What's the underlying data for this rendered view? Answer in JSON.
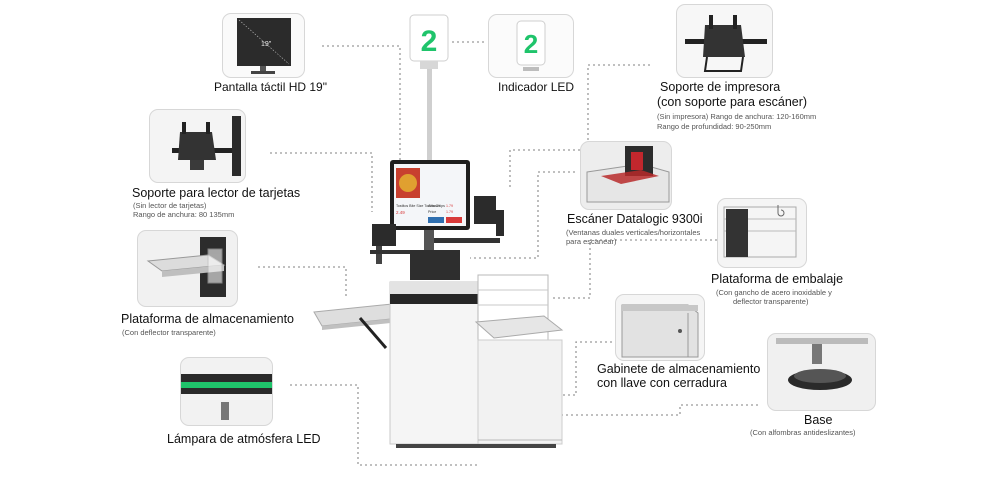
{
  "callouts": {
    "screen": {
      "title": "Pantalla táctil HD 19\"",
      "size_mark": "19\""
    },
    "led": {
      "title": "Indicador LED",
      "digit": "2"
    },
    "printer": {
      "title_1": "Soporte de impresora",
      "title_2": "(con soporte para  escáner)",
      "note_1": "(Sin impresora) Rango de anchura: 120-160mm",
      "note_2": "Rango de profundidad: 90-250mm"
    },
    "card": {
      "title": "Soporte para lector de tarjetas",
      "note_1": "(Sin lector de tarjetas)",
      "note_2": "Rango de anchura: 80 135mm"
    },
    "scanner": {
      "title": "Escáner Datalogic 9300i",
      "note_1": "(Ventanas duales verticales/horizontales",
      "note_2": "para escanear)"
    },
    "packing": {
      "title": "Plataforma de embalaje",
      "note_1": "(Con  gancho de acero inoxidable y",
      "note_2": "deflector transparente)"
    },
    "storage": {
      "title": "Plataforma de almacenamiento",
      "note_1": "(Con  deflector transparente)"
    },
    "cabinet": {
      "title_1": "Gabinete de almacenamiento",
      "title_2": "con llave con cerradura"
    },
    "lamp": {
      "title": "Lámpara de atmósfera  LED"
    },
    "base": {
      "title": "Base",
      "note_1": "(Con alfombras antideslizantes)"
    }
  },
  "kiosk_screen": {
    "item": "Tostitos Bite Size Tortilla Chips",
    "row1": "Amount",
    "row1_val": "1.79",
    "row2": "Price",
    "row2_val": "1.79",
    "price_tag": "2.49"
  },
  "colors": {
    "led_green": "#1fc46b",
    "accent_red": "#d83a3a",
    "screen_blue": "#2f6fb0"
  }
}
